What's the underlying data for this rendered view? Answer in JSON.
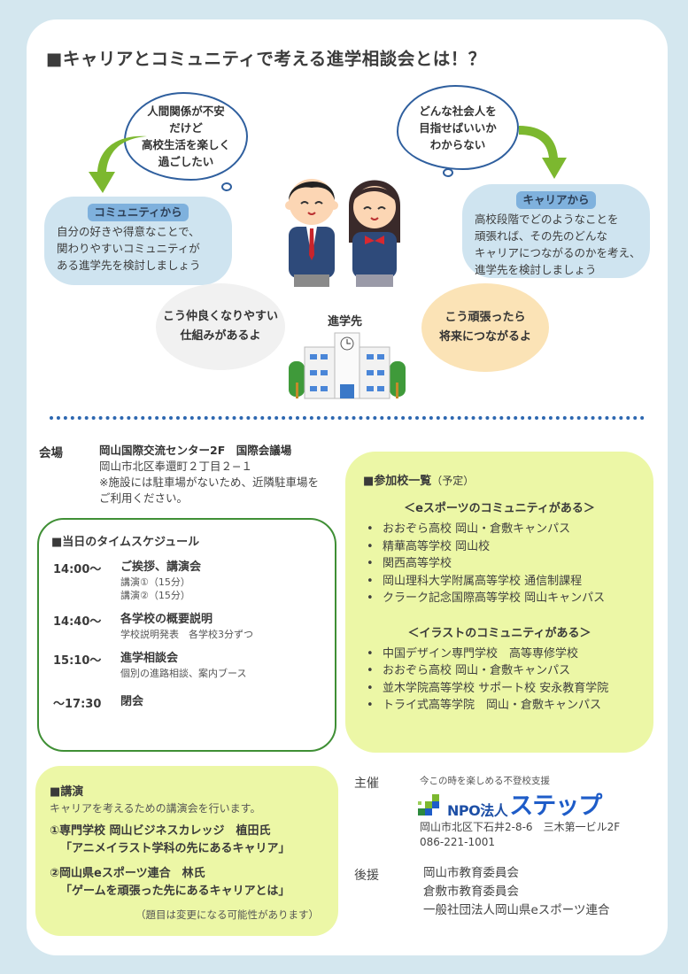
{
  "title": "■キャリアとコミュニティで考える進学相談会とは！？",
  "intro": {
    "cloud_left": [
      "人間関係が不安",
      "だけど",
      "高校生活を楽しく",
      "過ごしたい"
    ],
    "cloud_right": [
      "どんな社会人を",
      "目指せばいいか",
      "わからない"
    ],
    "bubble_left": {
      "tag": "コミュニティから",
      "lines": [
        "自分の好きや得意なことで、",
        "関わりやすいコミュニティが",
        "ある進学先を検討しましょう"
      ]
    },
    "bubble_right": {
      "tag": "キャリアから",
      "lines": [
        "高校段階でどのようなことを",
        "頑張れば、その先のどんな",
        "キャリアにつながるのかを考え、",
        "進学先を検討しましょう"
      ]
    },
    "speech_left": [
      "こう仲良くなりやすい",
      "仕組みがあるよ"
    ],
    "speech_right": [
      "こう頑張ったら",
      "将来につながるよ"
    ],
    "destination_label": "進学先"
  },
  "venue": {
    "label": "会場",
    "name": "岡山国際交流センター2F　国際会議場",
    "address": "岡山市北区奉還町２丁目２−１",
    "note_lines": [
      "※施設には駐車場がないため、近隣駐車場を",
      "ご利用ください。"
    ]
  },
  "schedule": {
    "title": "■当日のタイムスケジュール",
    "rows": [
      {
        "time": "14:00～",
        "main": "ご挨拶、講演会",
        "subs": [
          "講演①（15分）",
          "講演②（15分）"
        ]
      },
      {
        "time": "14:40～",
        "main": "各学校の概要説明",
        "subs": [
          "学校説明発表　各学校3分ずつ"
        ]
      },
      {
        "time": "15:10～",
        "main": "進学相談会",
        "subs": [
          "個別の進路相談、案内ブース"
        ]
      },
      {
        "time": "～17:30",
        "main": "閉会",
        "subs": []
      }
    ]
  },
  "schools": {
    "title": "■参加校一覧",
    "note": "（予定）",
    "groups": [
      {
        "heading": "＜eスポーツのコミュニティがある＞",
        "items": [
          "おおぞら高校 岡山・倉敷キャンパス",
          "精華高等学校 岡山校",
          "関西高等学校",
          "岡山理科大学附属高等学校 通信制課程",
          "クラーク記念国際高等学校 岡山キャンパス"
        ]
      },
      {
        "heading": "＜イラストのコミュニティがある＞",
        "items": [
          "中国デザイン専門学校　高等専修学校",
          "おおぞら高校 岡山・倉敷キャンパス",
          "並木学院高等学校 サポート校 安永教育学院",
          "トライ式高等学院　岡山・倉敷キャンパス"
        ]
      }
    ]
  },
  "lecture": {
    "title": "■講演",
    "description": "キャリアを考えるための講演会を行います。",
    "talks": [
      {
        "speaker": "①専門学校 岡山ビジネスカレッジ　植田氏",
        "topic": "「アニメイラスト学科の先にあるキャリア」"
      },
      {
        "speaker": "②岡山県eスポーツ連合　林氏",
        "topic": "「ゲームを頑張った先にあるキャリアとは」"
      }
    ],
    "note": "（題目は変更になる可能性があります）"
  },
  "organizer": {
    "host_label": "主催",
    "tagline": "今この時を楽しめる不登校支援",
    "logo_small": "NPO法人",
    "logo_big": "ステップ",
    "address": "岡山市北区下石井2-8-6　三木第一ビル2F",
    "phone": "086-221-1001",
    "support_label": "後援",
    "supporters": [
      "岡山市教育委員会",
      "倉敷市教育委員会",
      "一般社団法人岡山県eスポーツ連合"
    ]
  },
  "colors": {
    "page_bg": "#d4e7ef",
    "card_bg": "#ffffff",
    "info_bubble": "#cfe4f0",
    "tag": "#7fb1dd",
    "lime_panel": "#ecf7a6",
    "schedule_border": "#3f8f35",
    "divider": "#2d67b0",
    "arrow_green": "#7cb82f",
    "logo_blue": "#1e5cc8"
  }
}
